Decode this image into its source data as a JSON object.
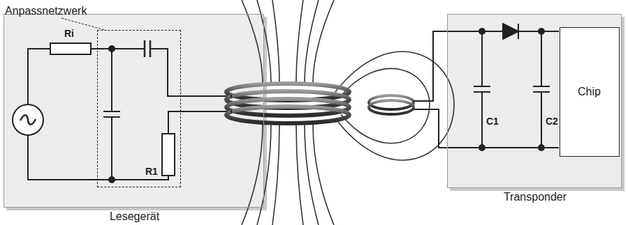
{
  "diagram": {
    "nodes": [
      {
        "text": [
          "Lesegerät"
        ]
      },
      {
        "text": [
          "Anpassnetzwerk"
        ],
        "in": 0
      },
      {
        "text": [
          "Transponder"
        ]
      },
      {
        "text": [
          "Chip"
        ],
        "in": 2
      }
    ],
    "labels": [
      "Ri",
      "R1",
      "C1",
      "C2"
    ]
  }
}
